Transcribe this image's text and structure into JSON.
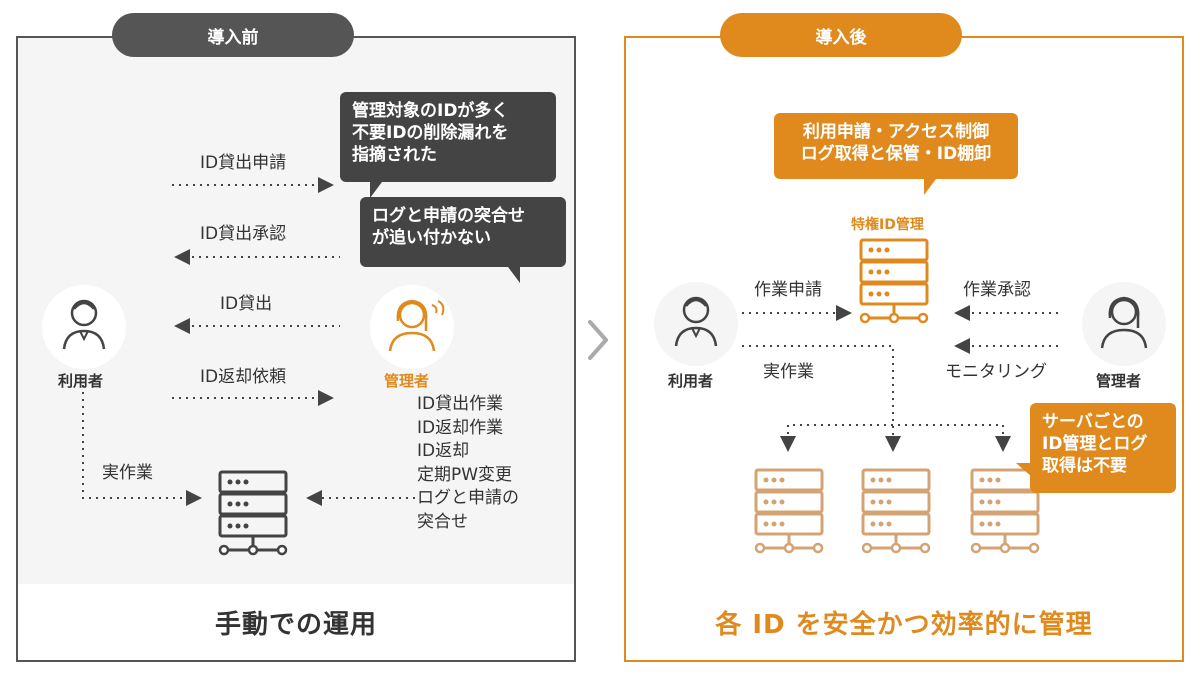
{
  "before": {
    "pill": "導入前",
    "footer": "手動での運用",
    "bubble1": [
      "管理対象のIDが多く",
      "不要IDの削除漏れを",
      "指摘された"
    ],
    "bubble2": [
      "ログと申請の突合せ",
      "が追い付かない"
    ],
    "labels": {
      "apply": "ID貸出申請",
      "approve": "ID貸出承認",
      "lend": "ID貸出",
      "return_request": "ID返却依頼",
      "work": "実作業"
    },
    "user_label": "利用者",
    "admin_label": "管理者",
    "admin_tasks": [
      "ID貸出作業",
      "ID返却作業",
      "ID返却",
      "定期PW変更",
      "ログと申請の",
      "突合せ"
    ]
  },
  "after": {
    "pill": "導入後",
    "footer": "各 ID を安全かつ効率的に管理",
    "bubble1": [
      "利用申請・アクセス制御",
      "ログ取得と保管・ID棚卸"
    ],
    "bubble2": [
      "サーバごとの",
      "ID管理とログ",
      "取得は不要"
    ],
    "pam_label": "特権ID管理",
    "labels": {
      "work_request": "作業申請",
      "work": "実作業",
      "work_approve": "作業承認",
      "monitoring": "モニタリング"
    },
    "user_label": "利用者",
    "admin_label": "管理者"
  },
  "colors": {
    "dark": "#555555",
    "orange": "#e08a1e",
    "server_tan": "#d4a373",
    "icon_gray": "#444444"
  },
  "icons": [
    "user-icon",
    "admin-icon",
    "server-icon",
    "chevron-right-icon"
  ]
}
